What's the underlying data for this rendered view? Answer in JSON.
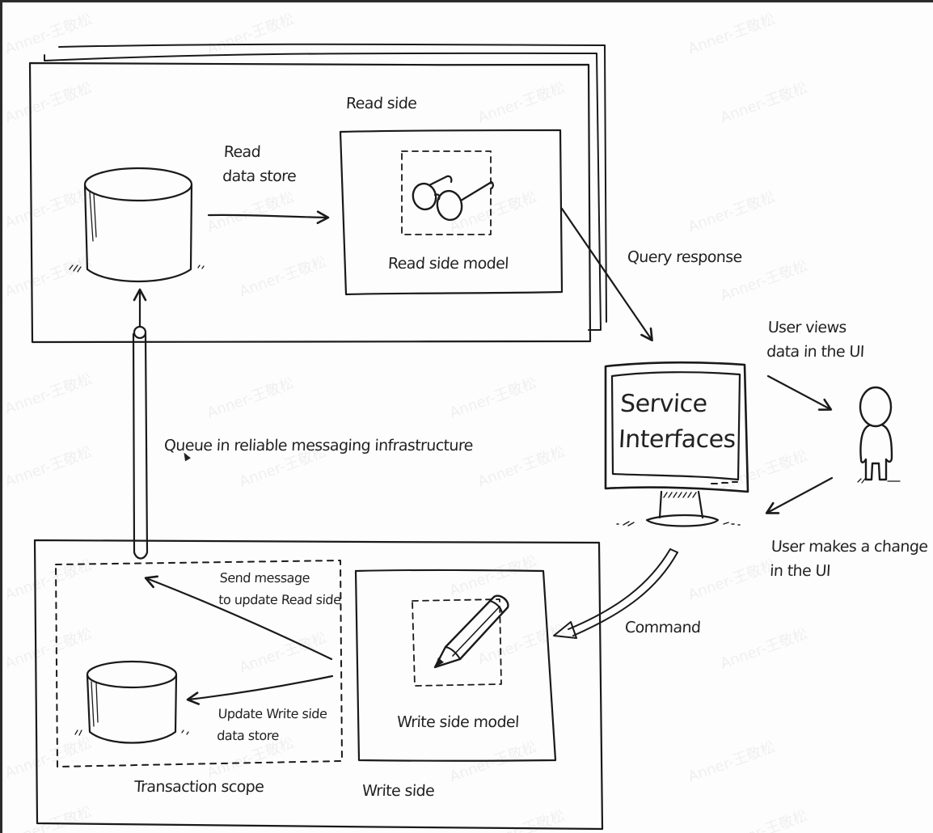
{
  "diagram": {
    "title": "CQRS architecture",
    "read_side": {
      "section_label": "Read side",
      "data_store_label": "Read\ndata store",
      "model_label": "Read side model",
      "model_icon": "glasses-icon"
    },
    "queue_label": "Queue in reliable messaging infrastructure",
    "query_response_label": "Query response",
    "service": {
      "label": "Service\nInterfaces",
      "icon": "monitor-icon"
    },
    "user": {
      "icon": "person-icon",
      "views_label": "User views\ndata in the UI",
      "change_label": "User makes a change\nin the UI"
    },
    "command_label": "Command",
    "write_side": {
      "section_label": "Write side",
      "model_label": "Write side model",
      "model_icon": "pencil-icon",
      "transaction_scope_label": "Transaction scope",
      "send_message_label": "Send message\nto update Read side",
      "update_store_label": "Update Write side\ndata store"
    },
    "colors": {
      "ink": "#1a1a1a",
      "paper": "#fdfdfd",
      "frame": "#2b2b2b"
    },
    "watermark": "Anner-王敬松"
  }
}
